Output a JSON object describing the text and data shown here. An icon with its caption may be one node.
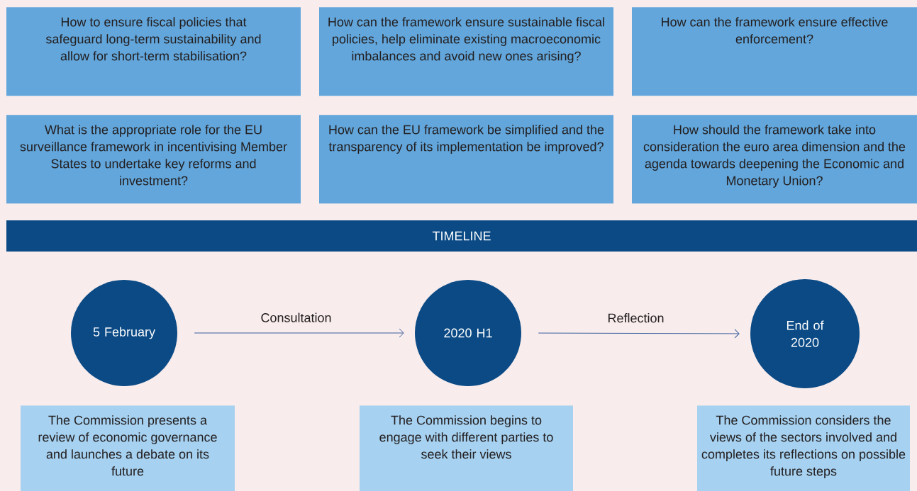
{
  "diagram": {
    "nodes": [
      {
        "text": [
          "How to ensure fiscal policies that safeguard long-term sustainability and allow for short-term stabilisation?"
        ]
      },
      {
        "text": [
          "How can the framework ensure sustainable fiscal policies, help eliminate existing macroeconomic imbalances and avoid new ones arising?"
        ]
      },
      {
        "text": [
          "How can the framework ensure effective enforcement?"
        ]
      },
      {
        "text": [
          "What is the appropriate role for the EU surveillance framework in incentivising Member States to undertake key reforms and investment?"
        ]
      },
      {
        "text": [
          "How can the EU framework be simplified and the transparency of its implementation be improved?"
        ]
      },
      {
        "text": [
          "How should the framework take into consideration the euro area dimension and the agenda towards deepening the Economic and Monetary Union?"
        ]
      },
      {
        "text": [
          "TIMELINE"
        ]
      },
      {
        "text": [
          "5 February"
        ]
      },
      {
        "text": [
          "2020 H1"
        ]
      },
      {
        "text": [
          "End of 2020"
        ]
      },
      {
        "text": [
          "The Commission presents a review of economic governance and launches a debate on its future"
        ]
      },
      {
        "text": [
          "The Commission begins to engage with different parties to seek their views"
        ]
      },
      {
        "text": [
          "The Commission considers the views of the sectors involved and completes its reflections on possible future steps"
        ]
      }
    ],
    "edges": [
      {
        "from": 7,
        "to": 8,
        "arrow": "to",
        "label": "Consultation"
      },
      {
        "from": 8,
        "to": 9,
        "arrow": "to",
        "label": "Reflection"
      }
    ]
  }
}
